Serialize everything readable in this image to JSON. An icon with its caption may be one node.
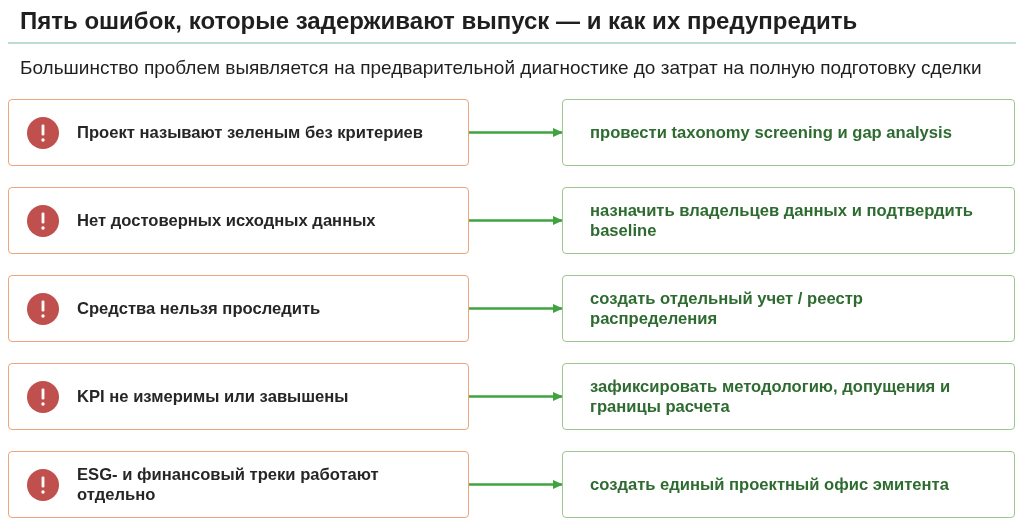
{
  "diagram": {
    "title": "Пять ошибок, которые задерживают выпуск — и как их предупредить",
    "labels": [
      "Большинство проблем выявляется на предварительной диагностике до затрат на полную подготовку сделки"
    ],
    "nodes": [
      {
        "text": [
          "Проект называют зеленым без критериев"
        ]
      },
      {
        "text": [
          "провести taxonomy screening и gap analysis"
        ]
      },
      {
        "text": [
          "Нет достоверных исходных данных"
        ]
      },
      {
        "text": [
          "назначить владельцев данных и подтвердить baseline"
        ]
      },
      {
        "text": [
          "Средства нельзя проследить"
        ]
      },
      {
        "text": [
          "создать отдельный учет / реестр распределения"
        ]
      },
      {
        "text": [
          "KPI не измеримы или завышены"
        ]
      },
      {
        "text": [
          "зафиксировать методологию, допущения и границы расчета"
        ]
      },
      {
        "text": [
          "ESG- и финансовый треки работают отдельно"
        ]
      },
      {
        "text": [
          "создать единый проектный офис эмитента"
        ]
      }
    ],
    "edges": [
      {
        "from": 0,
        "to": 1,
        "arrow": "to"
      },
      {
        "from": 2,
        "to": 3,
        "arrow": "to"
      },
      {
        "from": 4,
        "to": 5,
        "arrow": "to"
      },
      {
        "from": 6,
        "to": 7,
        "arrow": "to"
      },
      {
        "from": 8,
        "to": 9,
        "arrow": "to"
      }
    ]
  }
}
